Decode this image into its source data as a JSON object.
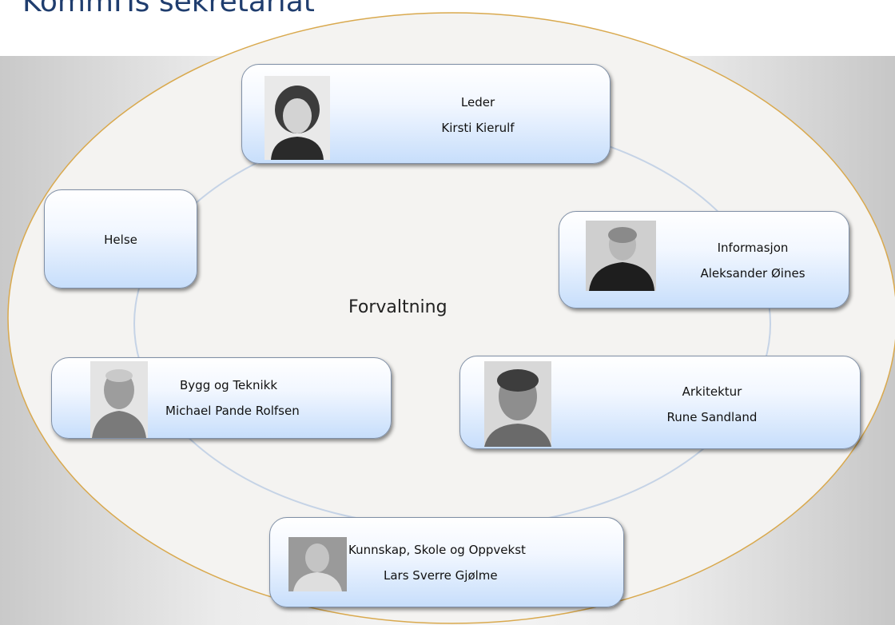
{
  "title": "KommITs sekretariat",
  "center": "Forvaltning",
  "nodes": {
    "leder": {
      "line1": "Leder",
      "line2": "Kirsti Kierulf"
    },
    "helse": {
      "line1": "Helse"
    },
    "informasjon": {
      "line1": "Informasjon",
      "line2": "Aleksander Øines"
    },
    "bygg": {
      "line1": "Bygg og Teknikk",
      "line2": "Michael Pande Rolfsen"
    },
    "arkitektur": {
      "line1": "Arkitektur",
      "line2": "Rune Sandland"
    },
    "kunnskap": {
      "line1": "Kunnskap, Skole og Oppvekst",
      "line2": "Lars Sverre Gjølme"
    }
  },
  "colors": {
    "title": "#1f3d6e",
    "ellipse_border": "#d9a94e",
    "ellipse_fill": "#f4f3f1",
    "ring": "#c5d3e6"
  }
}
